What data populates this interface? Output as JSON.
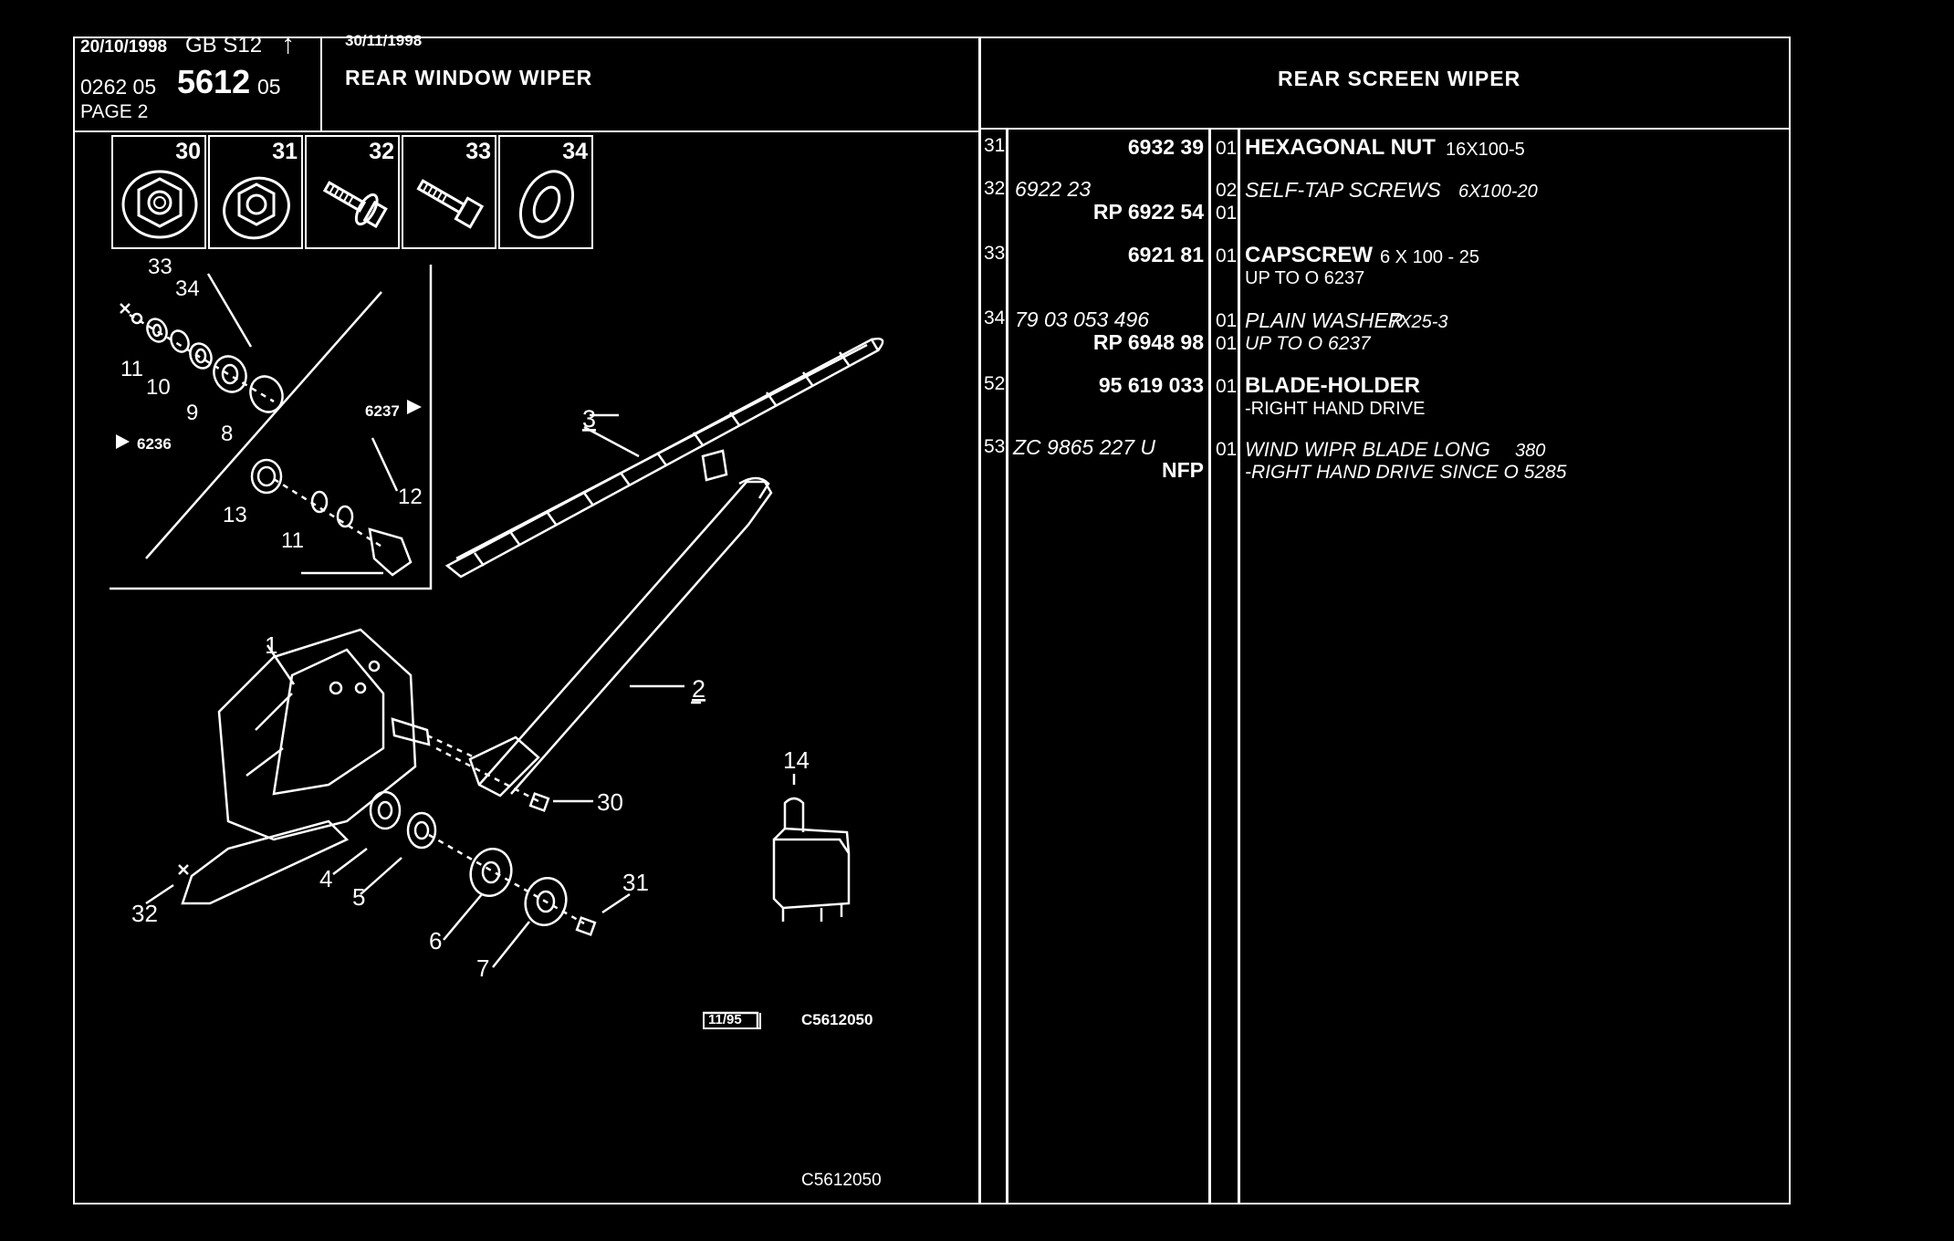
{
  "header": {
    "date_left": "20/10/1998",
    "market_code": "GB S12",
    "arrow_glyph": "↑",
    "code_prefix": "0262 05",
    "code_main": "5612",
    "code_suffix": "05",
    "page_label": "PAGE 2",
    "date_right": "30/11/1998",
    "title_left": "REAR WINDOW WIPER",
    "title_right": "REAR SCREEN WIPER"
  },
  "thumbnails": [
    {
      "number": "30",
      "icon": "hex-nut-icon"
    },
    {
      "number": "31",
      "icon": "flange-nut-icon"
    },
    {
      "number": "32",
      "icon": "self-tap-screw-icon"
    },
    {
      "number": "33",
      "icon": "capscrew-icon"
    },
    {
      "number": "34",
      "icon": "plain-washer-icon"
    }
  ],
  "inset": {
    "labels": [
      "33",
      "34",
      "11",
      "10",
      "9",
      "8",
      "13",
      "11",
      "12"
    ],
    "marker_left": "6236",
    "marker_right": "6237"
  },
  "diagram": {
    "callouts": [
      "3",
      "1",
      "2",
      "30",
      "14",
      "4",
      "5",
      "6",
      "7",
      "31",
      "32"
    ],
    "stamp": "11/95",
    "ref_code": "C5612050",
    "footer_code": "C5612050"
  },
  "parts": [
    {
      "ref": "31",
      "lines": [
        {
          "partno": "6932 39",
          "partno_style": "bold",
          "qty": "01",
          "desc": "HEXAGONAL NUT",
          "desc_style": "bold",
          "spec": "16X100-5"
        }
      ]
    },
    {
      "ref": "32",
      "lines": [
        {
          "partno": "6922 23",
          "partno_style": "italic-left",
          "qty": "02",
          "desc": "SELF-TAP SCREWS",
          "desc_style": "italic",
          "spec": "6X100-20"
        },
        {
          "partno": "RP  6922 54",
          "partno_style": "bold",
          "qty": "01",
          "desc": "",
          "desc_style": "",
          "spec": ""
        }
      ]
    },
    {
      "ref": "33",
      "lines": [
        {
          "partno": "6921 81",
          "partno_style": "bold",
          "qty": "01",
          "desc": "CAPSCREW",
          "desc_style": "bold",
          "spec": "6 X 100 - 25"
        },
        {
          "partno": "",
          "partno_style": "",
          "qty": "",
          "desc": "UP TO  O  6237",
          "desc_style": "plain",
          "spec": ""
        }
      ]
    },
    {
      "ref": "34",
      "lines": [
        {
          "partno": "79 03 053 496",
          "partno_style": "italic-left",
          "qty": "01",
          "desc": "PLAIN WASHER",
          "desc_style": "italic",
          "spec": "7X25-3"
        },
        {
          "partno": "RP  6948 98",
          "partno_style": "bold",
          "qty": "01",
          "desc": "UP  TO  O  6237",
          "desc_style": "italic",
          "spec": ""
        }
      ]
    },
    {
      "ref": "52",
      "lines": [
        {
          "partno": "95 619 033",
          "partno_style": "bold",
          "qty": "01",
          "desc": "BLADE-HOLDER",
          "desc_style": "bold",
          "spec": ""
        },
        {
          "partno": "",
          "partno_style": "",
          "qty": "",
          "desc": "-RIGHT HAND DRIVE",
          "desc_style": "plain",
          "spec": ""
        }
      ]
    },
    {
      "ref": "53",
      "lines": [
        {
          "partno": "ZC 9865 227 U",
          "partno_style": "italic-left",
          "qty": "01",
          "desc": "WIND WIPR BLADE LONG",
          "desc_style": "italic",
          "spec": "380"
        },
        {
          "partno": "NFP",
          "partno_style": "bold",
          "qty": "",
          "desc": "-RIGHT HAND DRIVE SINCE  O  5285",
          "desc_style": "italic",
          "spec": ""
        }
      ]
    }
  ]
}
